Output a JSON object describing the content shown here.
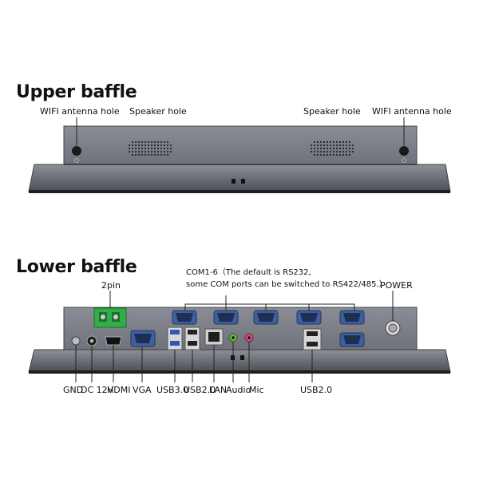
{
  "upper": {
    "title": "Upper baffle",
    "labels": {
      "wifi_left": "WIFI antenna hole",
      "speaker_left": "Speaker hole",
      "speaker_right": "Speaker hole",
      "wifi_right": "WIFI antenna hole"
    }
  },
  "lower": {
    "title": "Lower baffle",
    "top_labels": {
      "twopin": "2pin",
      "com_line1": "COM1-6（The default is RS232,",
      "com_line2": "some COM ports can be switched to RS422/485.）",
      "power": "POWER"
    },
    "bottom_labels": [
      "GND",
      "DC 12V",
      "HDMI",
      "VGA",
      "USB3.0",
      "USB2.0",
      "LAN",
      "Audio",
      "Mic",
      "USB2.0"
    ]
  },
  "colors": {
    "panel_face": "#7d8088",
    "panel_bezel": "#55585f",
    "connector_blue": "#3f5f9e",
    "terminal_green": "#2fae4a",
    "mic_pink": "#d94f7a",
    "audio_green": "#69b84a"
  }
}
